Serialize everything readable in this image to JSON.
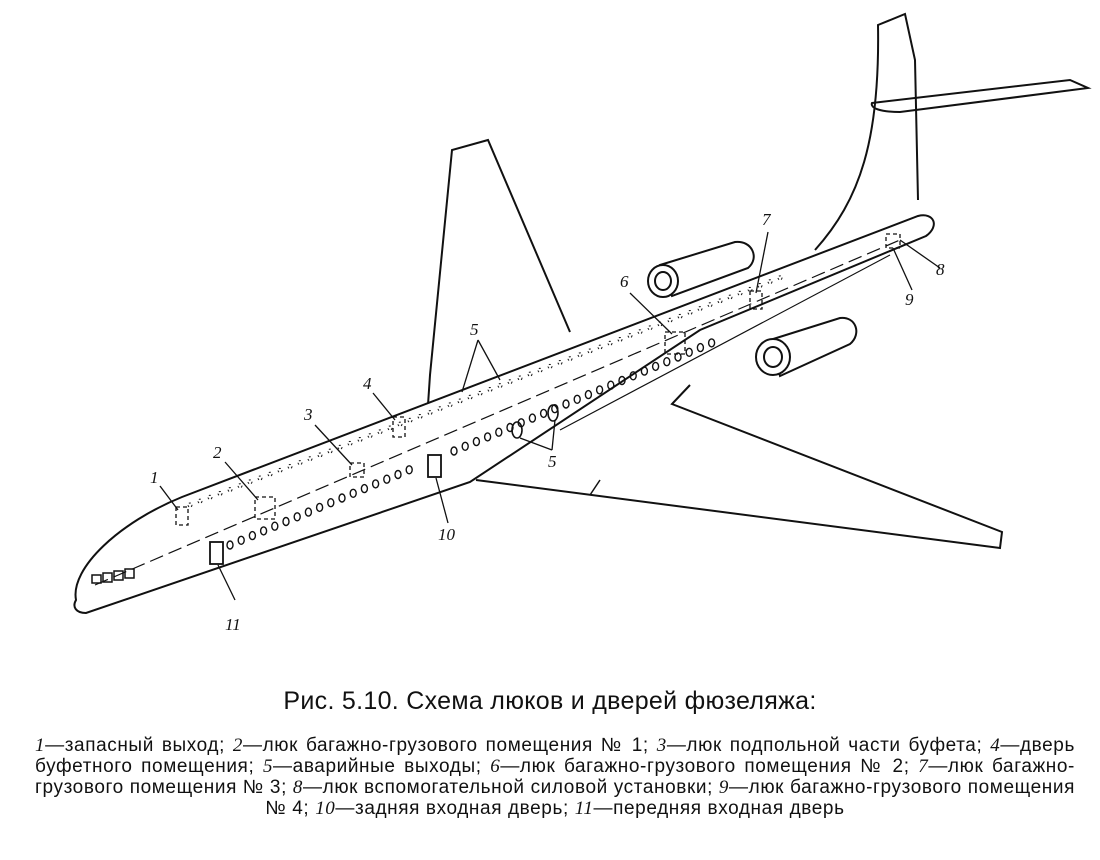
{
  "figure": {
    "labels": {
      "l1": "1",
      "l2": "2",
      "l3": "3",
      "l4": "4",
      "l5a": "5",
      "l5b": "5",
      "l6": "6",
      "l7": "7",
      "l8": "8",
      "l9": "9",
      "l10": "10",
      "l11": "11"
    }
  },
  "caption": {
    "title": "Рис. 5.10. Схема люков и дверей фюзеляжа:",
    "items": [
      {
        "num": "1",
        "text": "—запасный выход; "
      },
      {
        "num": "2",
        "text": "—люк багажно-грузового помещения № 1; "
      },
      {
        "num": "3",
        "text": "—люк подпольной части буфета; "
      },
      {
        "num": "4",
        "text": "—дверь буфетного помещения; "
      },
      {
        "num": "5",
        "text": "—аварийные выходы; "
      },
      {
        "num": "6",
        "text": "—люк багажно-грузового помещения № 2; "
      },
      {
        "num": "7",
        "text": "—люк багажно-грузового помещения № 3; "
      },
      {
        "num": "8",
        "text": "—люк вспомогательной силовой установки; "
      },
      {
        "num": "9",
        "text": "—люк багажно-грузового помещения № 4; "
      },
      {
        "num": "10",
        "text": "—задняя входная дверь; "
      },
      {
        "num": "11",
        "text": "—передняя входная дверь"
      }
    ]
  }
}
